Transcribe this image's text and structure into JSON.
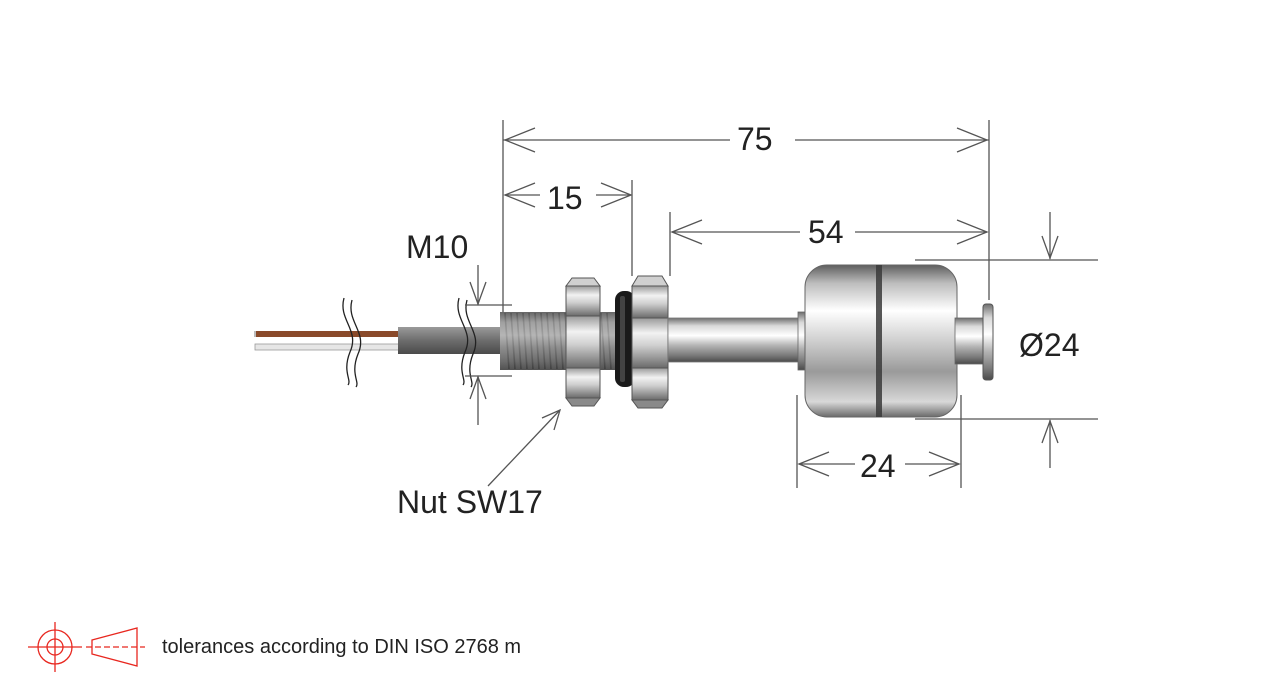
{
  "dimensions": {
    "overall_length": "75",
    "thread_length": "15",
    "stem_length": "54",
    "float_diameter": "Ø24",
    "float_length": "24",
    "thread_size": "M10"
  },
  "callouts": {
    "nut": "Nut SW17"
  },
  "footer": {
    "tolerance_note": "tolerances according to DIN ISO 2768 m"
  },
  "colors": {
    "dimension_lines": "#555555",
    "projection_symbol": "#e8271f",
    "wire_brown": "#8a4a2a",
    "cable_grey": "#6d6d6d"
  }
}
